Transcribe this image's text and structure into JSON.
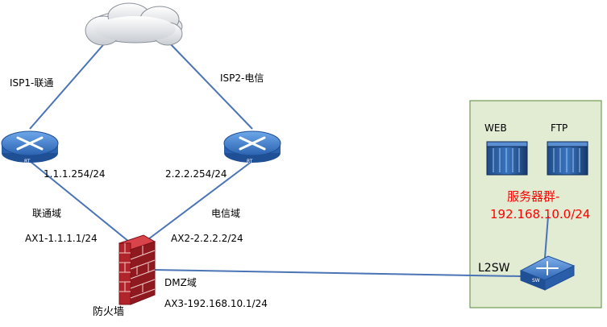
{
  "links": {
    "isp1": "ISP1-联通",
    "isp2": "ISP2-电信"
  },
  "router_left": {
    "badge": "RT",
    "address": "1.1.1.254/24"
  },
  "router_right": {
    "badge": "RT",
    "address": "2.2.2.254/24"
  },
  "firewall": {
    "label": "防火墙",
    "zones": {
      "unicom_zone": "联通域",
      "telecom_zone": "电信域",
      "dmz_zone": "DMZ域"
    },
    "ports": {
      "ax1": "AX1-1.1.1.1/24",
      "ax2": "AX2-2.2.2.2/24",
      "ax3": "AX3-192.168.10.1/24"
    }
  },
  "server_group": {
    "web_label": "WEB",
    "ftp_label": "FTP",
    "title_line1": "服务器群-",
    "title_line2": "192.168.10.0/24",
    "switch_label": "L2SW",
    "switch_badge": "SW"
  },
  "colors": {
    "link": "#4a74b6",
    "zone_fill": "#e2ecd3",
    "zone_border": "#5a8a38",
    "brick": "#c0262e",
    "router": "#3d7fd0",
    "highlight_text": "#ff0000"
  }
}
